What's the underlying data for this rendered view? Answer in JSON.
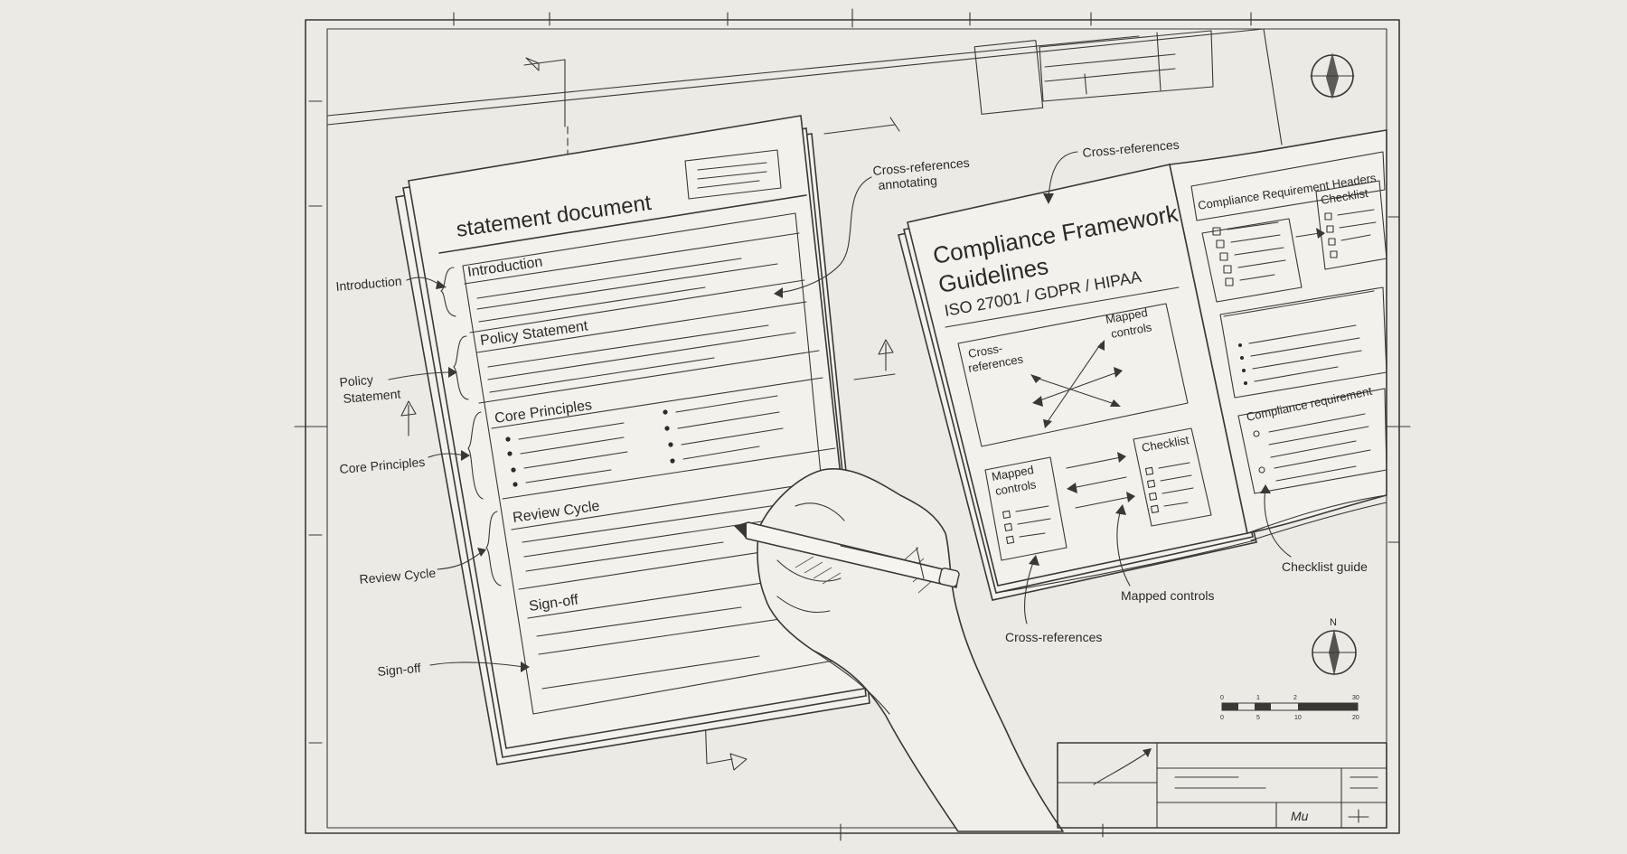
{
  "document": {
    "title": "statement document",
    "sections": [
      "Introduction",
      "Policy Statement",
      "Core Principles",
      "Review Cycle",
      "Sign-off"
    ]
  },
  "left_annotations": {
    "introduction": "Introduction",
    "policy_statement_line1": "Policy",
    "policy_statement_line2": "Statement",
    "core_principles": "Core Principles",
    "review_cycle": "Review Cycle",
    "sign_off": "Sign-off"
  },
  "cross_ref_note": {
    "line1": "Cross-references",
    "line2": "annotating"
  },
  "book": {
    "title_line1": "Compliance Framework",
    "title_line2": "Guidelines",
    "subtitle": "ISO 27001 / GDPR / HIPAA",
    "diagram_cross_line1": "Cross-",
    "diagram_cross_line2": "references",
    "diagram_mapped_line1": "Mapped",
    "diagram_mapped_line2": "controls",
    "mapped_box_line1": "Mapped",
    "mapped_box_line2": "controls",
    "checklist_box": "Checklist",
    "right_header": "Compliance Requirement Headers",
    "right_checklist": "Checklist",
    "right_requirement": "Compliance requirement"
  },
  "callouts": {
    "cross_references_top": "Cross-references",
    "cross_references_bottom": "Cross-references",
    "mapped_controls": "Mapped controls",
    "checklist_guide": "Checklist guide"
  },
  "scale_bar": {
    "top_labels": [
      "0",
      "1",
      "2",
      "30"
    ],
    "bottom_labels": [
      "0",
      "5",
      "10",
      "20"
    ]
  },
  "compass_letter": "N",
  "title_block_signature": "Mu"
}
